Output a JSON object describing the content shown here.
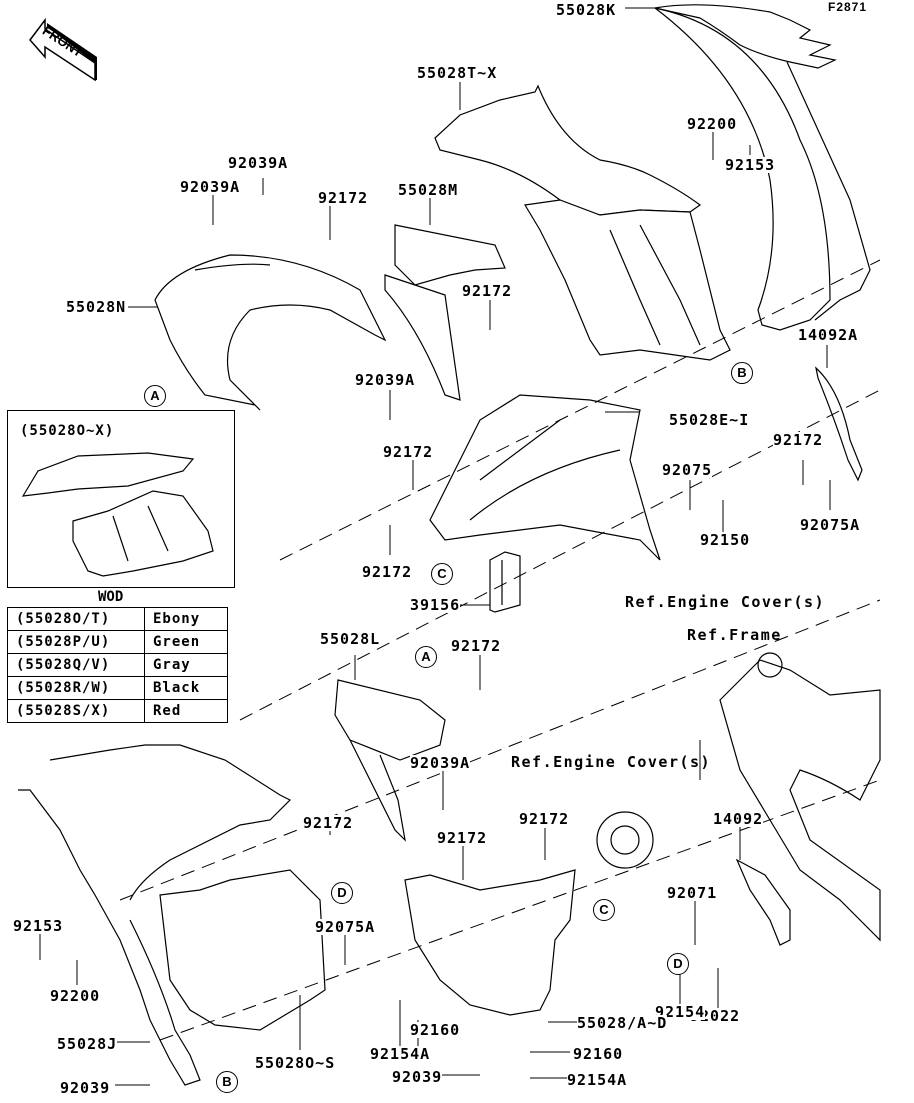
{
  "figure_id": "F2871",
  "front_indicator": "FRONT",
  "callouts": {
    "c_55028K": "55028K",
    "c_55028TX": "55028T~X",
    "c_92200_top": "92200",
    "c_92153_top": "92153",
    "c_92039A_1": "92039A",
    "c_92039A_2": "92039A",
    "c_92172_1": "92172",
    "c_55028M": "55028M",
    "c_92172_2": "92172",
    "c_55028N": "55028N",
    "c_14092A": "14092A",
    "c_92039A_3": "92039A",
    "c_55028EI": "55028E~I",
    "c_92172_3": "92172",
    "c_92172_4": "92172",
    "c_92075": "92075",
    "c_92150": "92150",
    "c_92075A_1": "92075A",
    "c_92172_5": "92172",
    "c_39156": "39156",
    "c_55028L": "55028L",
    "c_92172_6": "92172",
    "c_92039A_4": "92039A",
    "c_92172_7": "92172",
    "c_92172_8": "92172",
    "c_92172_9": "92172",
    "c_92153_bot": "92153",
    "c_92200_bot": "92200",
    "c_92075A_2": "92075A",
    "c_14092": "14092",
    "c_92071": "92071",
    "c_92022": "92022",
    "c_92154": "92154",
    "c_55028AD": "55028/A~D",
    "c_92160_1": "92160",
    "c_92160_2": "92160",
    "c_92154A_1": "92154A",
    "c_92154A_2": "92154A",
    "c_92039_1": "92039",
    "c_92039_2": "92039",
    "c_55028J": "55028J",
    "c_55028OS": "55028O~S"
  },
  "references": {
    "engine_cover_1": "Ref.Engine Cover(s)",
    "engine_cover_2": "Ref.Engine Cover(s)",
    "frame": "Ref.Frame"
  },
  "connection_markers": {
    "A1": "A",
    "A2": "A",
    "B1": "B",
    "B2": "B",
    "C1": "C",
    "C2": "C",
    "D1": "D",
    "D2": "D"
  },
  "inset": {
    "title": "(55028O~X)",
    "caption": "WOD"
  },
  "color_table": [
    {
      "code": "(55028O/T)",
      "color": "Ebony"
    },
    {
      "code": "(55028P/U)",
      "color": "Green"
    },
    {
      "code": "(55028Q/V)",
      "color": "Gray"
    },
    {
      "code": "(55028R/W)",
      "color": "Black"
    },
    {
      "code": "(55028S/X)",
      "color": "Red"
    }
  ]
}
